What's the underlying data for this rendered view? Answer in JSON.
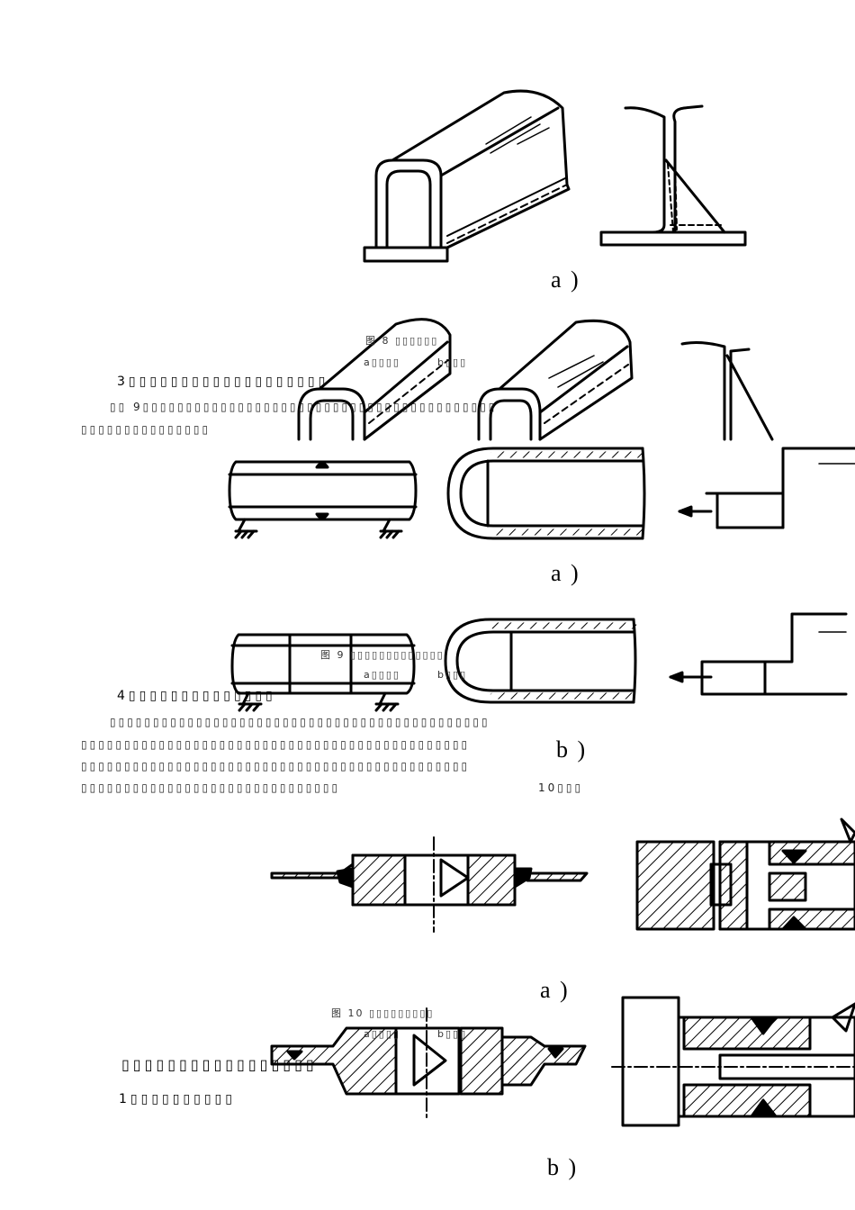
{
  "labels": {
    "fig8a": "a )",
    "fig9a": "a )",
    "fig9b": "b )",
    "fig10a": "a )",
    "fig10b": "b )"
  },
  "captions": {
    "fig8": "图 8 ▯▯▯▯▯▯",
    "fig8_sub_a": "a▯▯▯▯",
    "fig8_sub_b": "b▯▯▯",
    "fig9": "图 9 ▯▯▯▯▯▯▯▯▯▯▯▯▯",
    "fig9_sub_a": "a▯▯▯▯",
    "fig9_sub_b": "b▯▯▯",
    "fig10": "图 10 ▯▯▯▯▯▯▯▯▯",
    "fig10_sub_a": "a▯▯▯▯",
    "fig10_sub_b": "b▯▯▯"
  },
  "text": {
    "h3": "3▯▯▯▯▯▯▯▯▯▯▯▯▯▯▯▯▯▯▯",
    "p3_line1": "▯▯  9▯▯▯▯▯▯▯▯▯▯▯▯▯▯▯▯▯▯▯▯▯▯▯▯▯▯▯▯▯▯▯▯▯▯▯▯▯▯▯▯▯",
    "p3_line2": "▯▯▯▯▯▯▯▯▯▯▯▯▯▯▯",
    "h4": "4▯▯▯▯▯▯▯▯▯▯▯▯▯▯",
    "p4_line1": "▯▯▯▯▯▯▯▯▯▯▯▯▯▯▯▯▯▯▯▯▯▯▯▯▯▯▯▯▯▯▯▯▯▯▯▯▯▯▯▯▯▯▯▯",
    "p4_line2": "▯▯▯▯▯▯▯▯▯▯▯▯▯▯▯▯▯▯▯▯▯▯▯▯▯▯▯▯▯▯▯▯▯▯▯▯▯▯▯▯▯▯▯▯▯",
    "p4_line3": "▯▯▯▯▯▯▯▯▯▯▯▯▯▯▯▯▯▯▯▯▯▯▯▯▯▯▯▯▯▯▯▯▯▯▯▯▯▯▯▯▯▯▯▯▯",
    "p4_line4": "▯▯▯▯▯▯▯▯▯▯▯▯▯▯▯▯▯▯▯▯▯▯▯▯▯▯▯▯▯▯",
    "p4_ref": "10▯▯▯",
    "section": "▯▯▯▯▯▯▯▯▯▯▯▯▯▯▯▯▯",
    "sub1": "1▯▯▯▯▯▯▯▯▯▯"
  }
}
